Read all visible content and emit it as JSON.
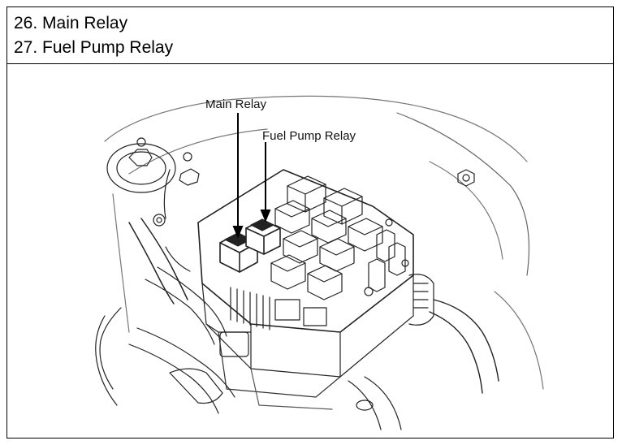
{
  "legend": {
    "item_26": "26. Main Relay",
    "item_27": "27. Fuel Pump Relay"
  },
  "diagram": {
    "callout_main": "Main Relay",
    "callout_fuel": "Fuel Pump Relay"
  }
}
